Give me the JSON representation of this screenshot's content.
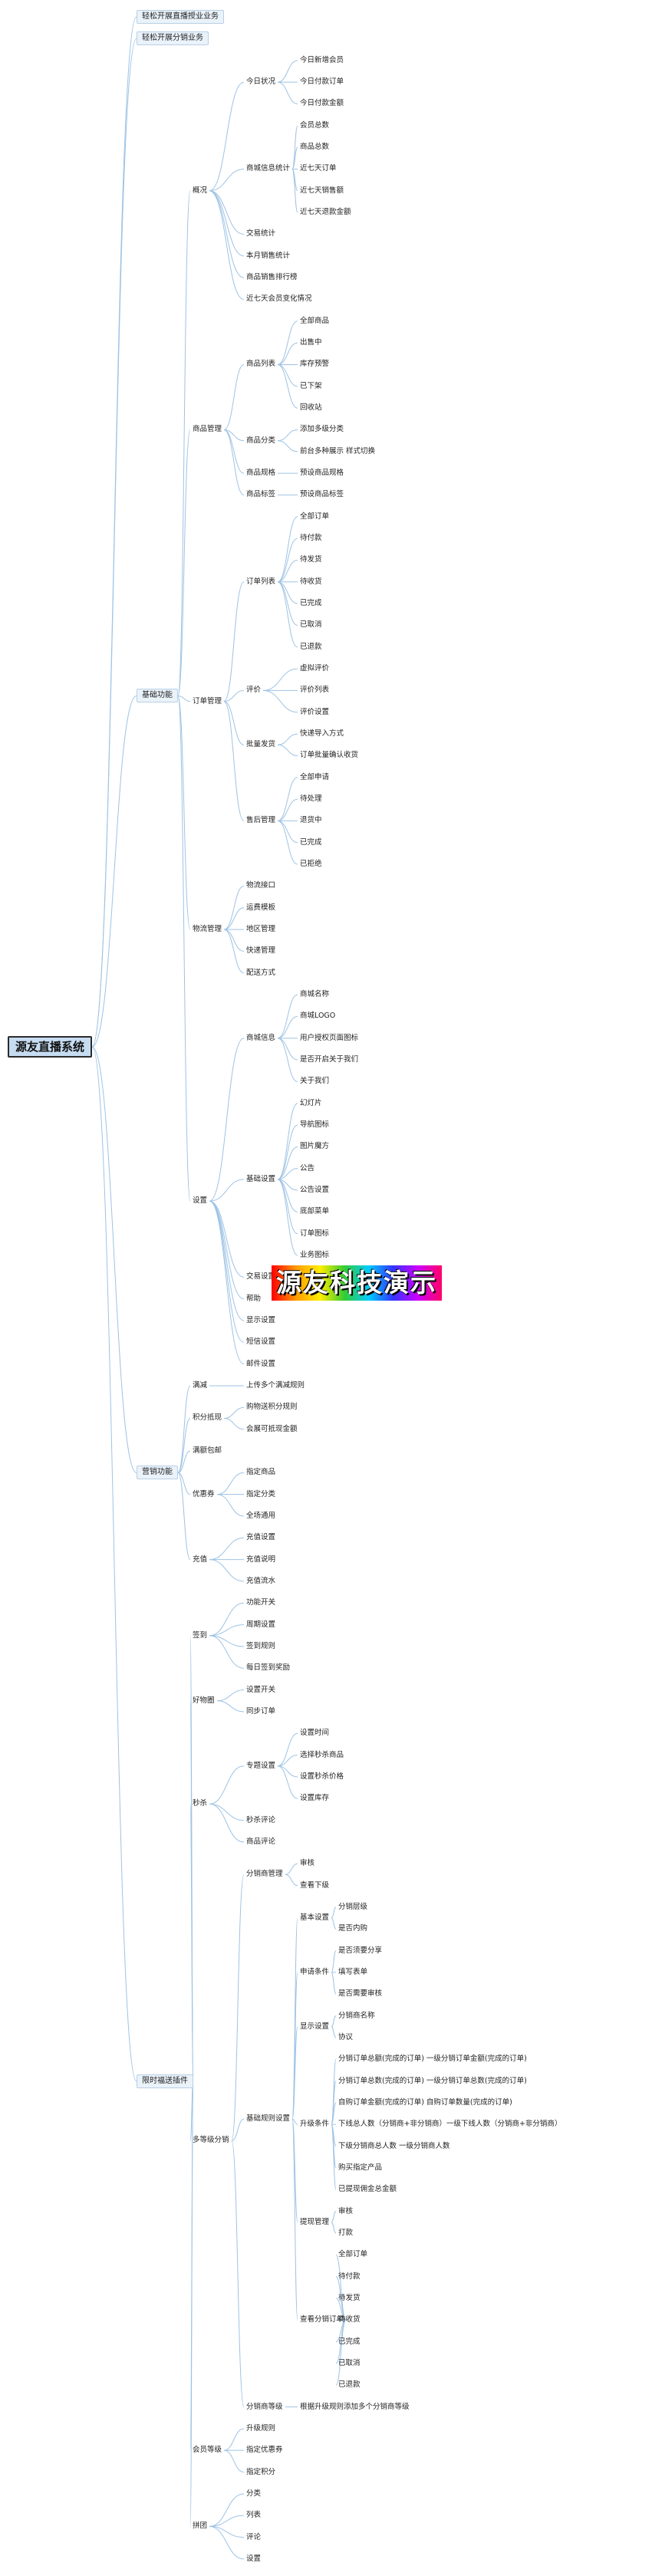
{
  "watermark": "源友科技演示",
  "colors": {
    "link": "#9ec3e4",
    "root_fill": "#c6dcf1"
  },
  "tree": {
    "label": "源友直播系统",
    "children": [
      {
        "label": "轻松开展直播授业业务"
      },
      {
        "label": "轻松开展分销业务"
      },
      {
        "label": "基础功能",
        "children": [
          {
            "label": "概况",
            "children": [
              {
                "label": "今日状况",
                "children": [
                  {
                    "label": "今日新增会员"
                  },
                  {
                    "label": "今日付款订单"
                  },
                  {
                    "label": "今日付款金额"
                  }
                ]
              },
              {
                "label": "商城信息统计",
                "children": [
                  {
                    "label": "会员总数"
                  },
                  {
                    "label": "商品总数"
                  },
                  {
                    "label": "近七天订单"
                  },
                  {
                    "label": "近七天销售额"
                  },
                  {
                    "label": "近七天退款金额"
                  }
                ]
              },
              {
                "label": "交易统计"
              },
              {
                "label": "本月销售统计"
              },
              {
                "label": "商品销售排行榜"
              },
              {
                "label": "近七天会员变化情况"
              }
            ]
          },
          {
            "label": "商品管理",
            "children": [
              {
                "label": "商品列表",
                "children": [
                  {
                    "label": "全部商品"
                  },
                  {
                    "label": "出售中"
                  },
                  {
                    "label": "库存预警"
                  },
                  {
                    "label": "已下架"
                  },
                  {
                    "label": "回收站"
                  }
                ]
              },
              {
                "label": "商品分类",
                "children": [
                  {
                    "label": "添加多级分类"
                  },
                  {
                    "label": "前台多种展示 样式切换"
                  }
                ]
              },
              {
                "label": "商品规格",
                "children": [
                  {
                    "label": "预设商品规格"
                  }
                ]
              },
              {
                "label": "商品标签",
                "children": [
                  {
                    "label": "预设商品标签"
                  }
                ]
              }
            ]
          },
          {
            "label": "订单管理",
            "children": [
              {
                "label": "订单列表",
                "children": [
                  {
                    "label": "全部订单"
                  },
                  {
                    "label": "待付款"
                  },
                  {
                    "label": "待发货"
                  },
                  {
                    "label": "待收货"
                  },
                  {
                    "label": "已完成"
                  },
                  {
                    "label": "已取消"
                  },
                  {
                    "label": "已退款"
                  }
                ]
              },
              {
                "label": "评价",
                "children": [
                  {
                    "label": "虚拟评价"
                  },
                  {
                    "label": "评价列表"
                  },
                  {
                    "label": "评价设置"
                  }
                ]
              },
              {
                "label": "批量发货",
                "children": [
                  {
                    "label": "快递导入方式"
                  },
                  {
                    "label": "订单批量确认收货"
                  }
                ]
              },
              {
                "label": "售后管理",
                "children": [
                  {
                    "label": "全部申请"
                  },
                  {
                    "label": "待处理"
                  },
                  {
                    "label": "退货中"
                  },
                  {
                    "label": "已完成"
                  },
                  {
                    "label": "已拒绝"
                  }
                ]
              }
            ]
          },
          {
            "label": "物流管理",
            "children": [
              {
                "label": "物流接口"
              },
              {
                "label": "运费模板"
              },
              {
                "label": "地区管理"
              },
              {
                "label": "快递管理"
              },
              {
                "label": "配送方式"
              }
            ]
          },
          {
            "label": "设置",
            "children": [
              {
                "label": "商城信息",
                "children": [
                  {
                    "label": "商城名称"
                  },
                  {
                    "label": "商城LOGO"
                  },
                  {
                    "label": "用户授权页面图标"
                  },
                  {
                    "label": "是否开启关于我们"
                  },
                  {
                    "label": "关于我们"
                  }
                ]
              },
              {
                "label": "基础设置",
                "children": [
                  {
                    "label": "幻灯片"
                  },
                  {
                    "label": "导航图标"
                  },
                  {
                    "label": "图片魔方"
                  },
                  {
                    "label": "公告"
                  },
                  {
                    "label": "公告设置"
                  },
                  {
                    "label": "底部菜单"
                  },
                  {
                    "label": "订单图标"
                  },
                  {
                    "label": "业务图标"
                  }
                ]
              },
              {
                "label": "交易设置"
              },
              {
                "label": "帮助"
              },
              {
                "label": "显示设置"
              },
              {
                "label": "短信设置"
              },
              {
                "label": "邮件设置"
              }
            ]
          }
        ]
      },
      {
        "label": "营销功能",
        "children": [
          {
            "label": "满减",
            "children": [
              {
                "label": "上传多个满减规则"
              }
            ]
          },
          {
            "label": "积分抵现",
            "children": [
              {
                "label": "购物送积分规则"
              },
              {
                "label": "会展可抵现金额"
              }
            ]
          },
          {
            "label": "满额包邮"
          },
          {
            "label": "优惠券",
            "children": [
              {
                "label": "指定商品"
              },
              {
                "label": "指定分类"
              },
              {
                "label": "全场通用"
              }
            ]
          },
          {
            "label": "充值",
            "children": [
              {
                "label": "充值设置"
              },
              {
                "label": "充值说明"
              },
              {
                "label": "充值流水"
              }
            ]
          }
        ]
      },
      {
        "label": "限时福送插件",
        "children": [
          {
            "label": "签到",
            "children": [
              {
                "label": "功能开关"
              },
              {
                "label": "周期设置"
              },
              {
                "label": "签到规则"
              },
              {
                "label": "每日签到奖励"
              }
            ]
          },
          {
            "label": "好物圈",
            "children": [
              {
                "label": "设置开关"
              },
              {
                "label": "同步订单"
              }
            ]
          },
          {
            "label": "秒杀",
            "children": [
              {
                "label": "专题设置",
                "children": [
                  {
                    "label": "设置时间"
                  },
                  {
                    "label": "选择秒杀商品"
                  },
                  {
                    "label": "设置秒杀价格"
                  },
                  {
                    "label": "设置库存"
                  }
                ]
              },
              {
                "label": "秒杀评论"
              },
              {
                "label": "商品评论"
              }
            ]
          },
          {
            "label": "多等级分销",
            "children": [
              {
                "label": "分销商管理",
                "children": [
                  {
                    "label": "审核"
                  },
                  {
                    "label": "查看下级"
                  }
                ]
              },
              {
                "label": "基础规则设置",
                "children": [
                  {
                    "label": "基本设置",
                    "children": [
                      {
                        "label": "分销层级"
                      },
                      {
                        "label": "是否内购"
                      }
                    ]
                  },
                  {
                    "label": "申请条件",
                    "children": [
                      {
                        "label": "是否须要分享"
                      },
                      {
                        "label": "填写表单"
                      },
                      {
                        "label": "是否需要审核"
                      }
                    ]
                  },
                  {
                    "label": "显示设置",
                    "children": [
                      {
                        "label": "分销商名称"
                      },
                      {
                        "label": "协议"
                      }
                    ]
                  },
                  {
                    "label": "升级条件",
                    "children": [
                      {
                        "label": "分销订单总额(完成的订单) 一级分销订单金额(完成的订单)"
                      },
                      {
                        "label": "分销订单总数(完成的订单) 一级分销订单总数(完成的订单)"
                      },
                      {
                        "label": "自购订单金额(完成的订单) 自购订单数量(完成的订单)"
                      },
                      {
                        "label": "下线总人数（分销商+非分销商）一级下线人数（分销商+非分销商）"
                      },
                      {
                        "label": "下级分销商总人数 一级分销商人数"
                      },
                      {
                        "label": "购买指定产品"
                      },
                      {
                        "label": "已提现佣金总金额"
                      }
                    ]
                  },
                  {
                    "label": "提现管理",
                    "children": [
                      {
                        "label": "审核"
                      },
                      {
                        "label": "打款"
                      }
                    ]
                  },
                  {
                    "label": "查看分销订单",
                    "children": [
                      {
                        "label": "全部订单"
                      },
                      {
                        "label": "待付款"
                      },
                      {
                        "label": "待发货"
                      },
                      {
                        "label": "待收货"
                      },
                      {
                        "label": "已完成"
                      },
                      {
                        "label": "已取消"
                      },
                      {
                        "label": "已退款"
                      }
                    ]
                  }
                ]
              },
              {
                "label": "分销商等级",
                "children": [
                  {
                    "label": "根据升级规则添加多个分销商等级"
                  }
                ]
              }
            ]
          },
          {
            "label": "会员等级",
            "children": [
              {
                "label": "升级规则"
              },
              {
                "label": "指定优惠券"
              },
              {
                "label": "指定积分"
              }
            ]
          },
          {
            "label": "拼团",
            "children": [
              {
                "label": "分类"
              },
              {
                "label": "列表"
              },
              {
                "label": "评论"
              },
              {
                "label": "设置"
              }
            ]
          }
        ]
      }
    ]
  }
}
